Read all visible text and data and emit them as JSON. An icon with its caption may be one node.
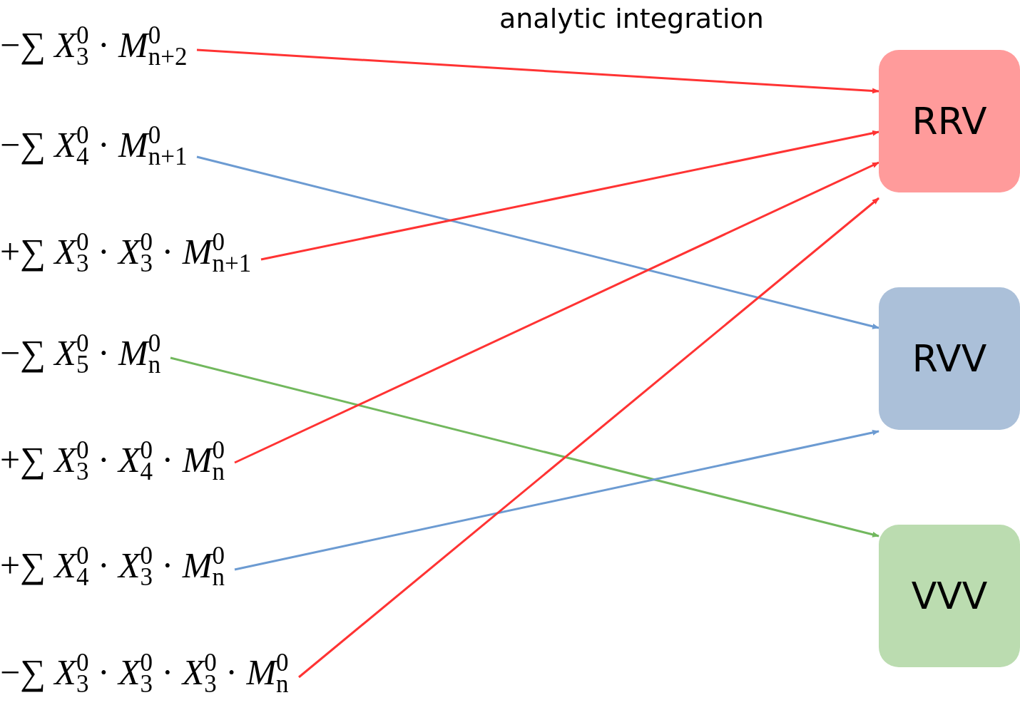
{
  "diagram": {
    "title": "analytic integration",
    "nodes": [
      {
        "text": [
          "−∑ *X*$^{0}$$_{3}$ · *M*$^{0}$$_{n+2}$"
        ]
      },
      {
        "text": [
          "−∑ *X*$^{0}$$_{4}$ · *M*$^{0}$$_{n+1}$"
        ]
      },
      {
        "text": [
          "+∑ *X*$^{0}$$_{3}$ · *X*$^{0}$$_{3}$ · *M*$^{0}$$_{n+1}$"
        ]
      },
      {
        "text": [
          "−∑ *X*$^{0}$$_{5}$ · *M*$^{0}$$_{n}$"
        ]
      },
      {
        "text": [
          "+∑ *X*$^{0}$$_{3}$ · *X*$^{0}$$_{4}$ · *M*$^{0}$$_{n}$"
        ]
      },
      {
        "text": [
          "+∑ *X*$^{0}$$_{4}$ · *X*$^{0}$$_{3}$ · *M*$^{0}$$_{n}$"
        ]
      },
      {
        "text": [
          "−∑ *X*$^{0}$$_{3}$ · *X*$^{0}$$_{3}$ · *X*$^{0}$$_{3}$ · *M*$^{0}$$_{n}$"
        ]
      },
      {
        "text": [
          "RRV"
        ]
      },
      {
        "text": [
          "RVV"
        ]
      },
      {
        "text": [
          "VVV"
        ]
      }
    ],
    "edges": [
      {
        "from": 0,
        "to": 7,
        "arrow": "to"
      },
      {
        "from": 1,
        "to": 8,
        "arrow": "to",
        "color": "#6c9bd2"
      },
      {
        "from": 2,
        "to": 7,
        "arrow": "to"
      },
      {
        "from": 3,
        "to": 9,
        "arrow": "to",
        "color": "#72b85e"
      },
      {
        "from": 4,
        "to": 7,
        "arrow": "to"
      },
      {
        "from": 5,
        "to": 8,
        "arrow": "to",
        "color": "#6c9bd2"
      },
      {
        "from": 6,
        "to": 7,
        "arrow": "to"
      }
    ]
  }
}
